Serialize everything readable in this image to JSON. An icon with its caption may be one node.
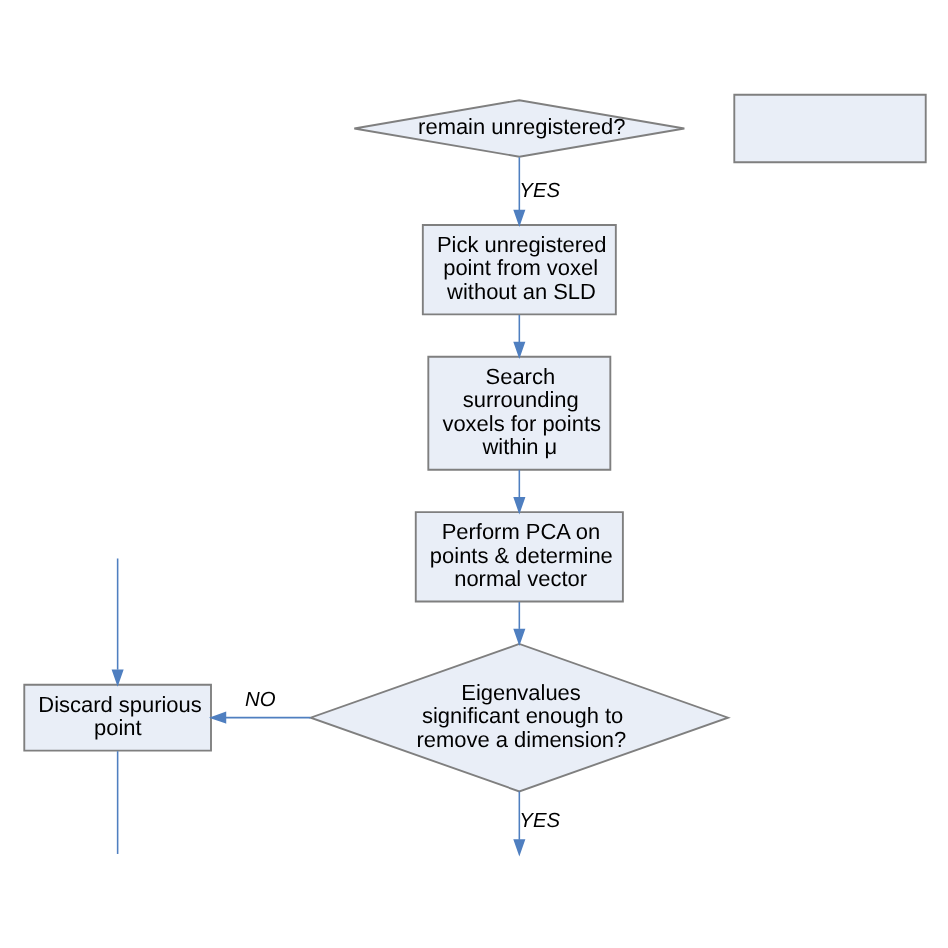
{
  "diagram": {
    "nodes": [
      {
        "text": [
          "remain unregistered?"
        ]
      },
      {
        "text": [],
        "shape": "box"
      },
      {
        "text": [
          "Pick unregistered point from voxel without an SLD"
        ]
      },
      {
        "text": [
          "Search surrounding voxels for points within μ"
        ]
      },
      {
        "text": [
          "Perform PCA on points & determine normal vector"
        ]
      },
      {
        "text": [
          "Eigenvalues significant enough to remove a dimension?"
        ]
      },
      {
        "text": [
          "Discard spurious point"
        ]
      }
    ],
    "edges": [
      {
        "from": 0,
        "to": 2,
        "arrow": "to",
        "label": "YES"
      },
      {
        "from": 2,
        "to": 3,
        "arrow": "to"
      },
      {
        "from": 3,
        "to": 4,
        "arrow": "to"
      },
      {
        "from": 4,
        "to": 5,
        "arrow": "to"
      },
      {
        "from": 5,
        "to": 6,
        "arrow": "to",
        "label": "NO"
      },
      {
        "from": 5,
        "to": null,
        "arrow": "to",
        "label": "YES"
      },
      {
        "from": null,
        "to": 6,
        "arrow": "to"
      },
      {
        "from": 6,
        "to": null,
        "arrow": "none"
      }
    ]
  }
}
